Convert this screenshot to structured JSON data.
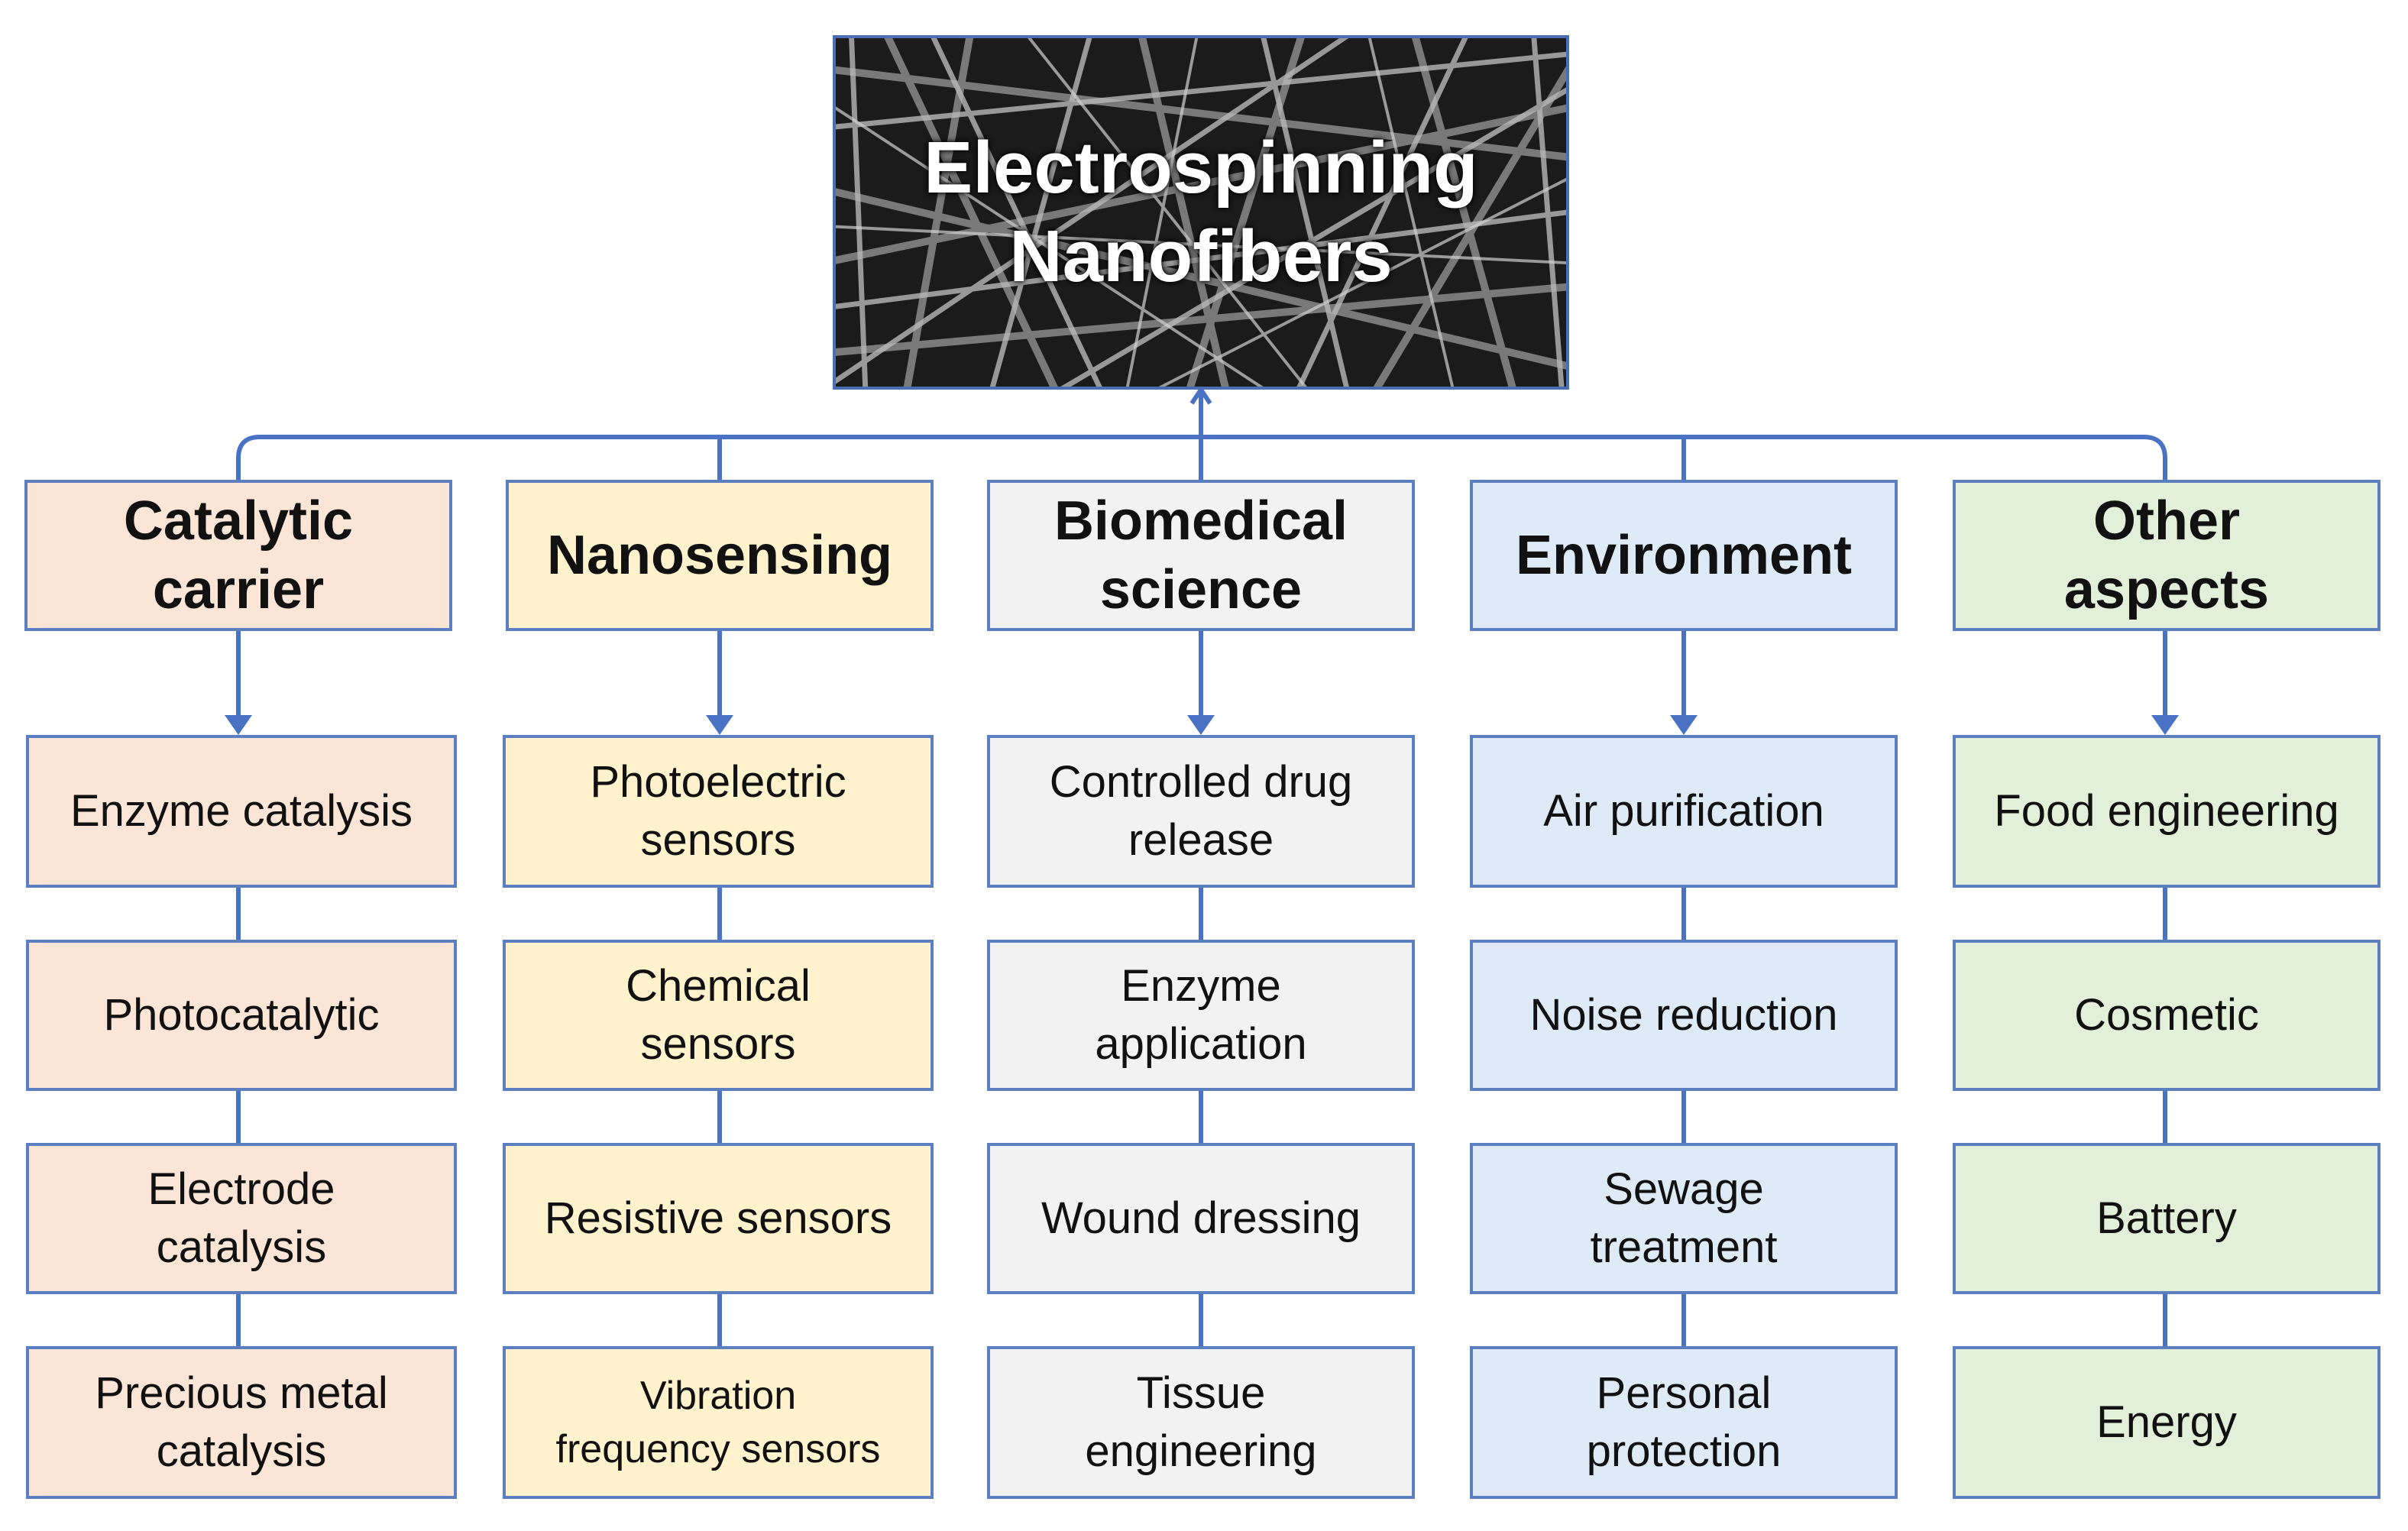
{
  "root": {
    "title_line1": "Electrospinning",
    "title_line2": "Nanofibers"
  },
  "colors": {
    "connector": "#4a72c4",
    "border": "#5b7fbf",
    "catalytic": "#fbe5d6",
    "nanosensing": "#fff2cc",
    "biomedical": "#f2f2f2",
    "environment": "#deebf7",
    "other": "#e2f0d9"
  },
  "columns": [
    {
      "id": "catalytic",
      "category": {
        "line1": "Catalytic",
        "line2": "carrier"
      },
      "items": [
        {
          "line1": "Enzyme catalysis",
          "line2": ""
        },
        {
          "line1": "Photocatalytic",
          "line2": ""
        },
        {
          "line1": "Electrode",
          "line2": "catalysis"
        },
        {
          "line1": "Precious metal",
          "line2": "catalysis"
        }
      ]
    },
    {
      "id": "nanosensing",
      "category": {
        "line1": "Nanosensing",
        "line2": ""
      },
      "items": [
        {
          "line1": "Photoelectric",
          "line2": "sensors"
        },
        {
          "line1": "Chemical",
          "line2": "sensors"
        },
        {
          "line1": "Resistive sensors",
          "line2": ""
        },
        {
          "line1": "Vibration",
          "line2": "frequency sensors"
        }
      ]
    },
    {
      "id": "biomedical",
      "category": {
        "line1": "Biomedical",
        "line2": "science"
      },
      "items": [
        {
          "line1": "Controlled drug",
          "line2": "release"
        },
        {
          "line1": "Enzyme",
          "line2": "application"
        },
        {
          "line1": "Wound dressing",
          "line2": ""
        },
        {
          "line1": "Tissue",
          "line2": "engineering"
        }
      ]
    },
    {
      "id": "environment",
      "category": {
        "line1": "Environment",
        "line2": ""
      },
      "items": [
        {
          "line1": "Air purification",
          "line2": ""
        },
        {
          "line1": "Noise reduction",
          "line2": ""
        },
        {
          "line1": "Sewage",
          "line2": "treatment"
        },
        {
          "line1": "Personal",
          "line2": "protection"
        }
      ]
    },
    {
      "id": "other",
      "category": {
        "line1": "Other",
        "line2": "aspects"
      },
      "items": [
        {
          "line1": "Food engineering",
          "line2": ""
        },
        {
          "line1": "Cosmetic",
          "line2": ""
        },
        {
          "line1": "Battery",
          "line2": ""
        },
        {
          "line1": "Energy",
          "line2": ""
        }
      ]
    }
  ]
}
